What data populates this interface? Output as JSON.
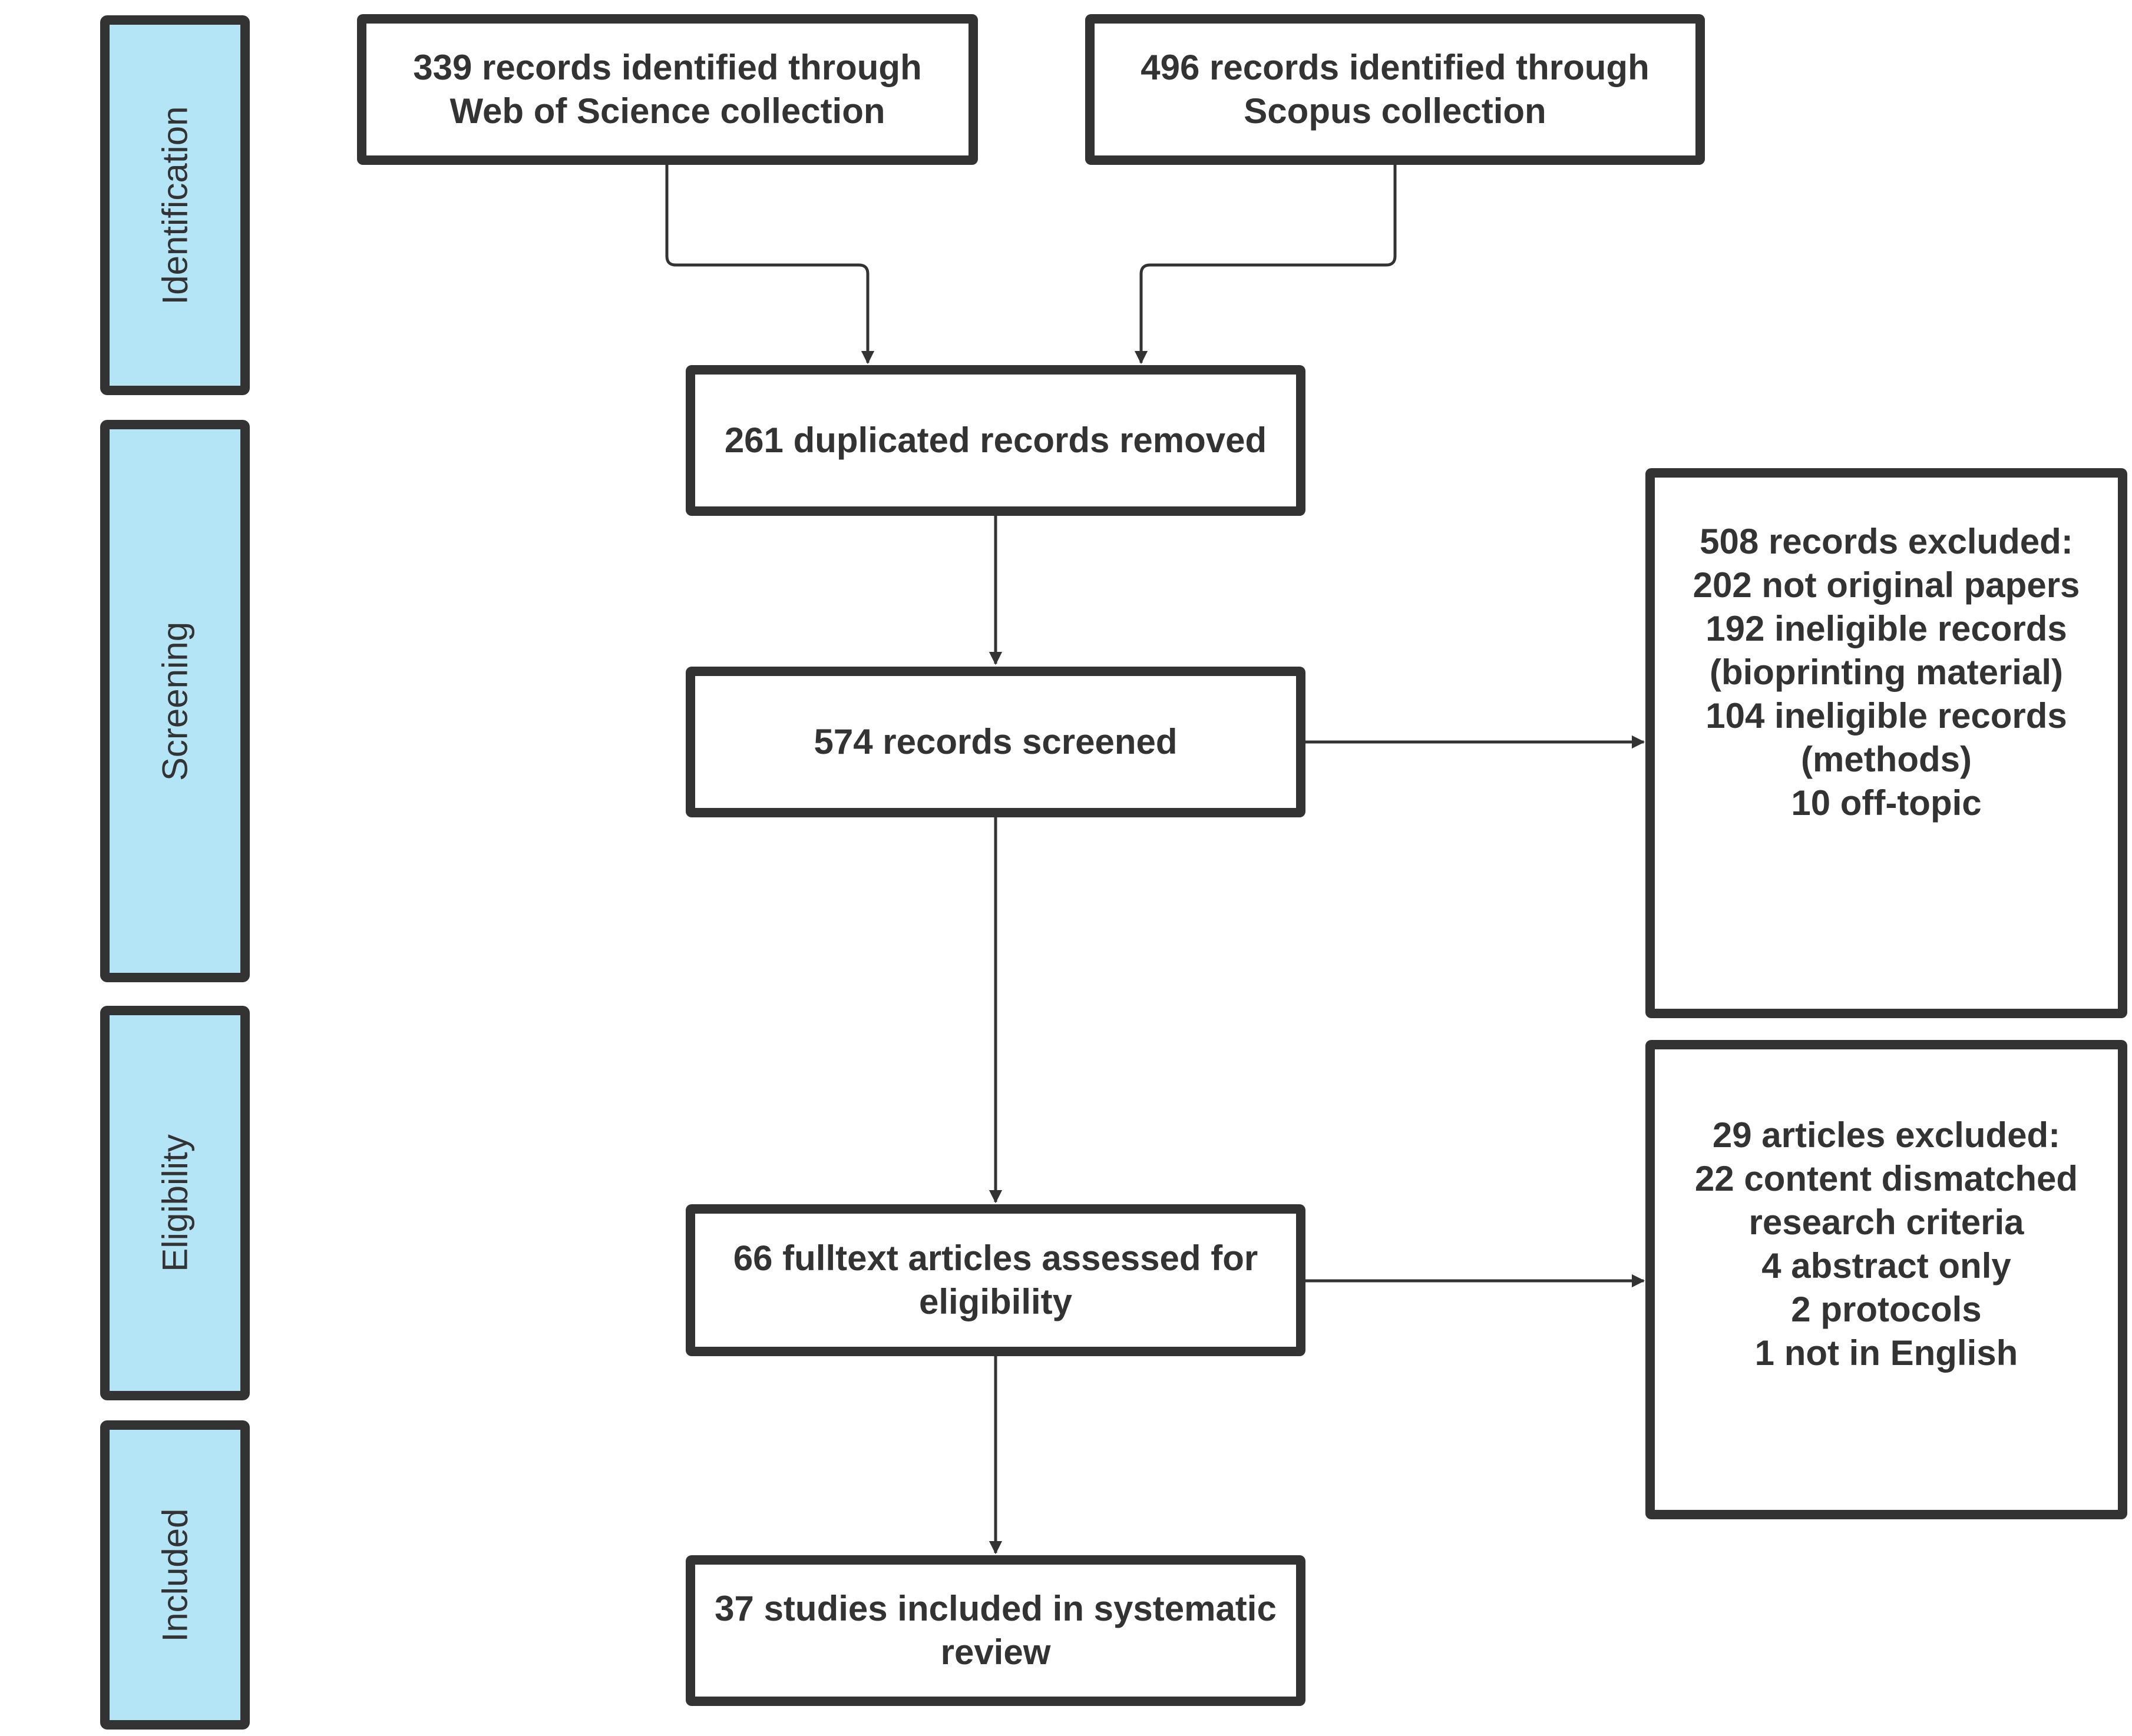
{
  "stages": {
    "identification": "Identification",
    "screening": "Screening",
    "eligibility": "Eligibility",
    "included": "Included"
  },
  "boxes": {
    "wos": "339 records identified through\nWeb of Science collection",
    "scopus": "496 records identified through\nScopus collection",
    "duplicates": "261 duplicated records removed",
    "screened": "574 records screened",
    "excluded_screening": "508 records excluded:\n202 not original papers\n192 ineligible records\n(bioprinting material)\n104 ineligible records\n(methods)\n10 off-topic",
    "fulltext": "66 fulltext articles assessed for\neligibility",
    "excluded_eligibility": "29 articles excluded:\n22 content dismatched\nresearch criteria\n4 abstract only\n2 protocols\n1 not in English",
    "included": "37 studies included in systematic\nreview"
  },
  "colors": {
    "stage_fill": "#b3e5f7",
    "line": "#333333",
    "text": "#333333"
  }
}
